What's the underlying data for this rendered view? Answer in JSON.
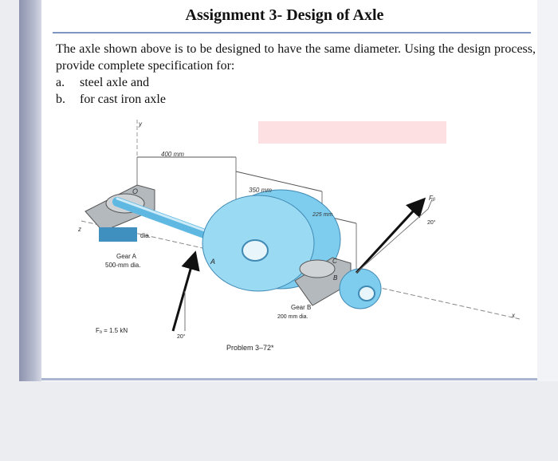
{
  "title": "Assignment 3- Design of Axle",
  "intro": "The axle shown above is to be designed to have the same diameter. Using the design process, provide complete specification for:",
  "items": [
    {
      "marker": "a.",
      "text": "steel axle and"
    },
    {
      "marker": "b.",
      "text": "for cast iron axle"
    }
  ],
  "figure": {
    "dim_400": "400 mm",
    "dim_350": "350 mm",
    "dim_225": "225 mm",
    "label_o": "O",
    "label_dia": "dia.",
    "gear_a_line1": "Gear A",
    "gear_a_line2": "500-mm dia.",
    "label_a": "A",
    "label_c": "C",
    "label_b": "B",
    "label_fa": "Fₐ = 1.5 kN",
    "angle_a": "20°",
    "angle_b": "20°",
    "label_fb": "Fᵦ",
    "gear_b_line1": "Gear B",
    "gear_b_line2": "200 mm dia.",
    "label_x": "x",
    "label_y": "y",
    "label_z": "z",
    "caption": "Problem 3–72*"
  },
  "colors": {
    "gear": "#8ad8f2",
    "axle": "#6bc2e8",
    "highlight": "#fde1e2",
    "mask": "#3f8fbf"
  }
}
